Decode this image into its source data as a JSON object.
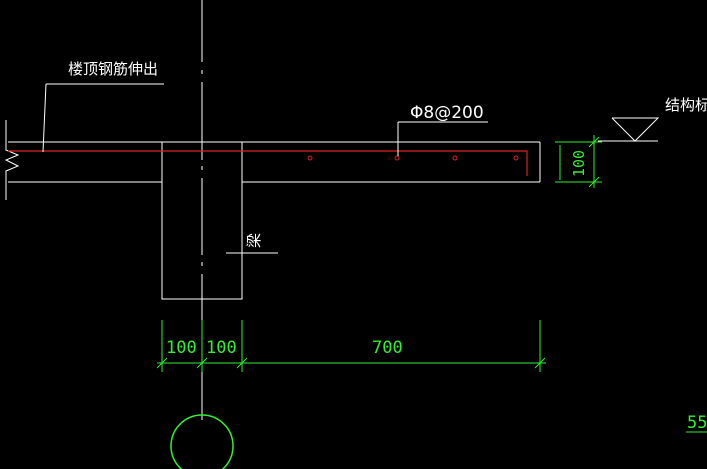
{
  "colors": {
    "background": "#000000",
    "outline": "#ffffff",
    "rebar": "#dd2222",
    "dimension": "#33ee33"
  },
  "labels": {
    "floor_rebar": "楼顶钢筋伸出",
    "rebar_spec": "Φ8@200",
    "beam": "梁",
    "structure_level": "结构标高",
    "corner_text": "55"
  },
  "dimensions": {
    "slab_thickness": "100",
    "left_half": "100",
    "right_half": "100",
    "cantilever": "700"
  }
}
